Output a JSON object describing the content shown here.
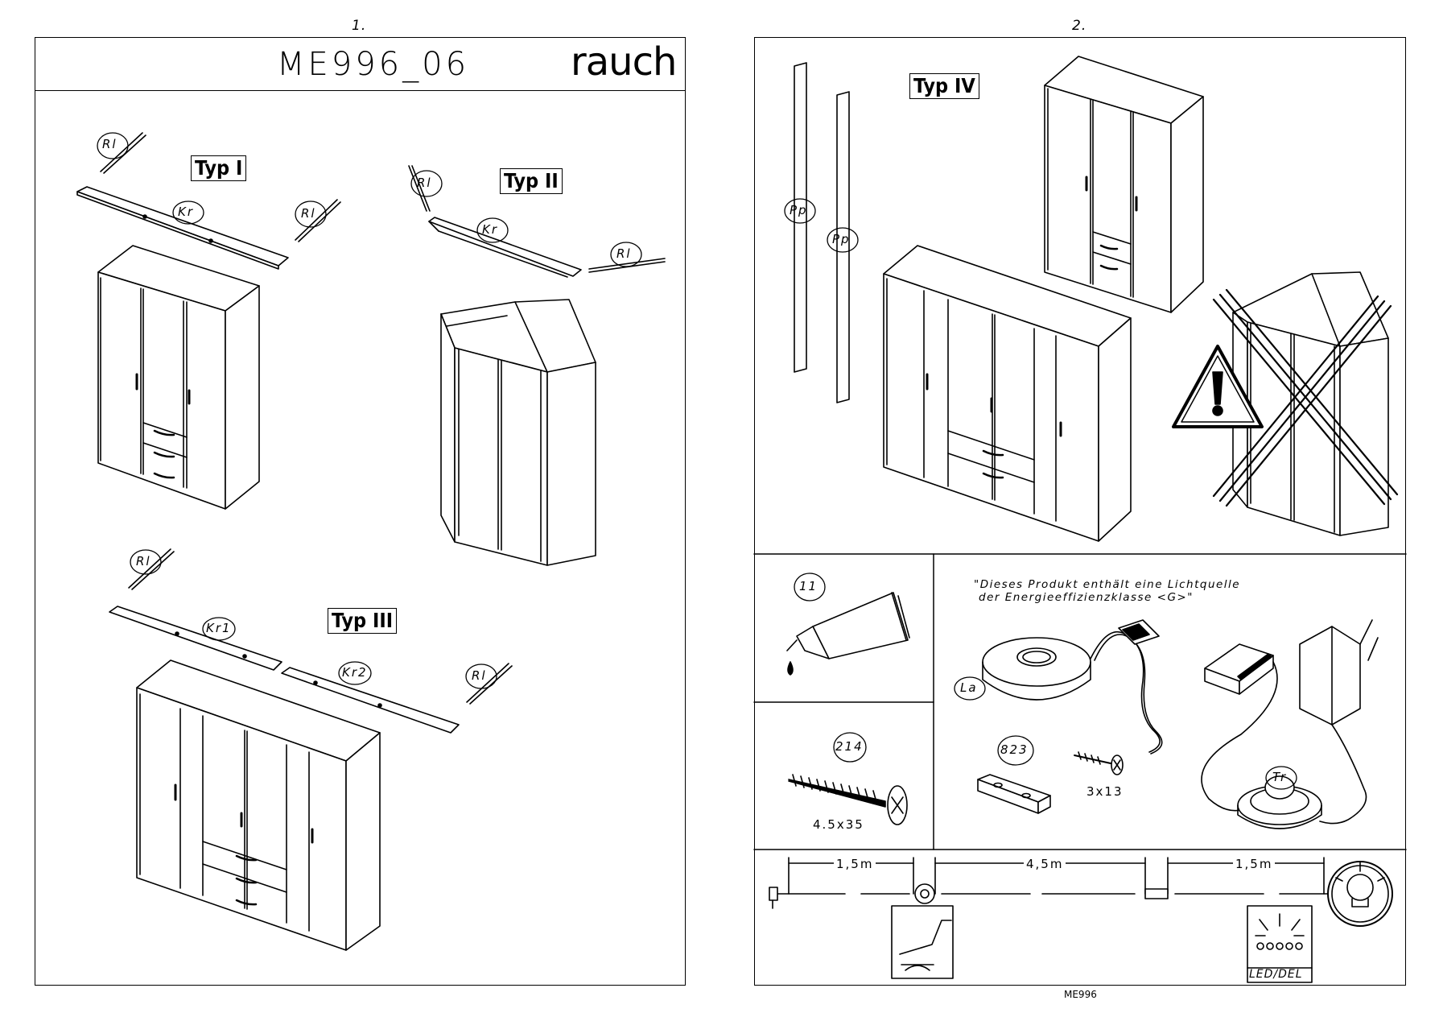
{
  "pages": [
    {
      "number": "1."
    },
    {
      "number": "2."
    }
  ],
  "header": {
    "model": "ME996_06",
    "brand": "rauch"
  },
  "types": {
    "typ1": "Typ I",
    "typ2": "Typ II",
    "typ3": "Typ III",
    "typ4": "Typ IV"
  },
  "part_labels": {
    "rl": "Rl",
    "kr": "Kr",
    "kr1": "Kr1",
    "kr2": "Kr2",
    "pp": "Pp",
    "la": "La",
    "tr": "Tr"
  },
  "hardware": {
    "glue": {
      "number": "11"
    },
    "screw_large": {
      "number": "214",
      "size": "4.5x35"
    },
    "connector": {
      "number": "823"
    },
    "screw_small": {
      "size": "3x13"
    }
  },
  "lighting_note": {
    "line1": "\"Dieses Produkt enthält eine Lichtquelle",
    "line2": "der Energieeffizienzklasse <G>\""
  },
  "cable": {
    "seg1": "1,5m",
    "seg2": "4,5m",
    "seg3": "1,5m"
  },
  "led_label": "LED/DEL",
  "footer": "ME996"
}
